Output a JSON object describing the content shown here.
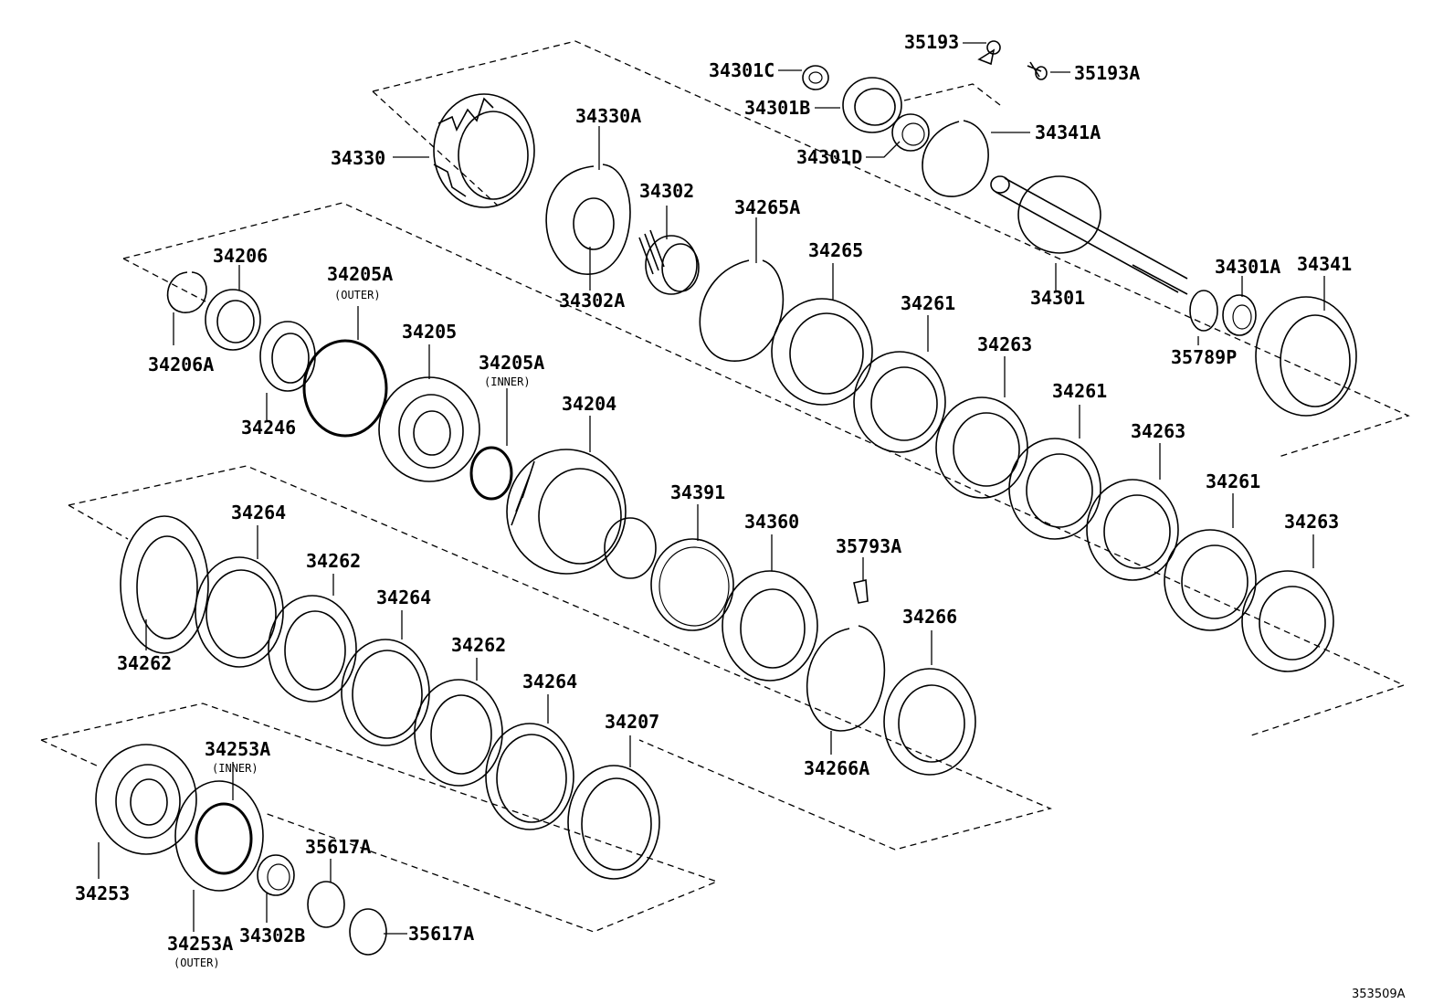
{
  "diagram": {
    "code": "353509A",
    "labels": {
      "p35193": "35193",
      "p35193A": "35193A",
      "p34301C": "34301C",
      "p34301B": "34301B",
      "p34301D": "34301D",
      "p34341A": "34341A",
      "p34330A": "34330A",
      "p34330": "34330",
      "p34302": "34302",
      "p34302A": "34302A",
      "p34265A": "34265A",
      "p34265": "34265",
      "p34301": "34301",
      "p34301A": "34301A",
      "p34341": "34341",
      "p35789P": "35789P",
      "p34206": "34206",
      "p34206A": "34206A",
      "p34205A_outer": "34205A",
      "outer_1": "(OUTER)",
      "p34205": "34205",
      "p34205A_inner": "34205A",
      "inner_1": "(INNER)",
      "p34246": "34246",
      "p34204": "34204",
      "p34261_1": "34261",
      "p34263_1": "34263",
      "p34261_2": "34261",
      "p34263_2": "34263",
      "p34261_3": "34261",
      "p34263_3": "34263",
      "p34391": "34391",
      "p34360": "34360",
      "p35793A": "35793A",
      "p34266": "34266",
      "p34266A": "34266A",
      "p34264_1": "34264",
      "p34262_1": "34262",
      "p34262_2": "34262",
      "p34264_2": "34264",
      "p34262_3": "34262",
      "p34264_3": "34264",
      "p34207": "34207",
      "p34253A_inner": "34253A",
      "inner_2": "(INNER)",
      "p34253": "34253",
      "p35617A_1": "35617A",
      "p34253A_outer": "34253A",
      "outer_2": "(OUTER)",
      "p34302B": "34302B",
      "p35617A_2": "35617A"
    }
  }
}
